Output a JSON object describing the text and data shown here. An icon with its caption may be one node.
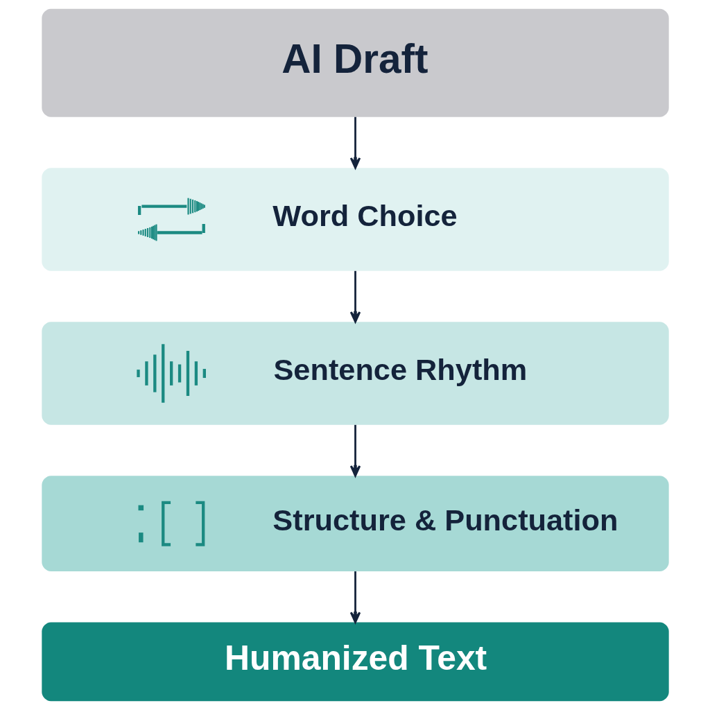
{
  "diagram": {
    "nodes": [
      {
        "text": [
          "AI Draft"
        ]
      },
      {
        "text": [
          "Word Choice"
        ]
      },
      {
        "text": [
          "Sentence Rhythm"
        ]
      },
      {
        "text": [
          "Structure & Punctuation"
        ]
      },
      {
        "text": [
          "Humanized Text"
        ]
      }
    ],
    "edges": [
      {
        "from": 0,
        "to": 1,
        "arrow": "to"
      },
      {
        "from": 1,
        "to": 2,
        "arrow": "to"
      },
      {
        "from": 2,
        "to": 3,
        "arrow": "to"
      },
      {
        "from": 3,
        "to": 4,
        "arrow": "to"
      }
    ]
  }
}
